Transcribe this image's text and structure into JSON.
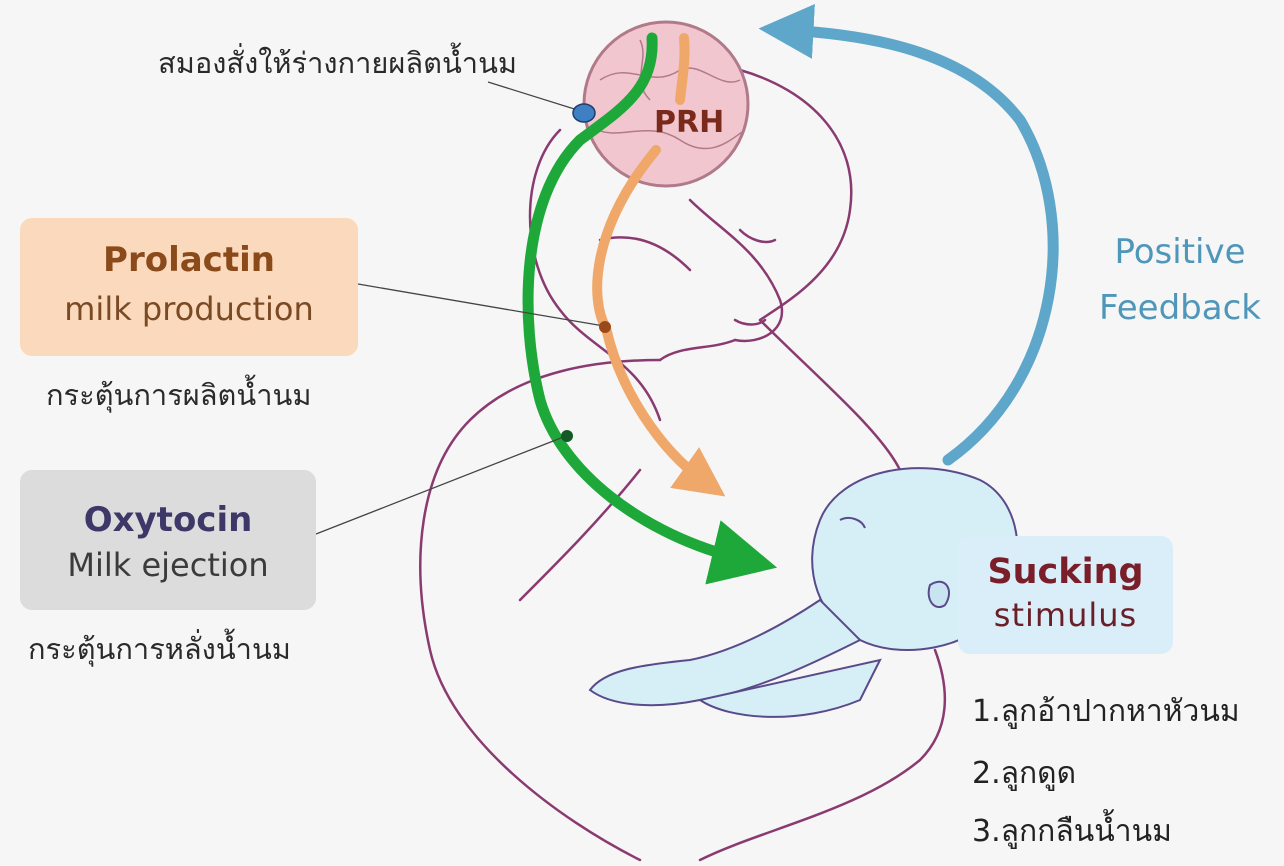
{
  "brain": {
    "caption": "สมองสั่งให้ร่างกายผลิตน้ำนม",
    "prh_label": "PRH"
  },
  "prolactin": {
    "title": "Prolactin",
    "subtitle": "milk production",
    "thai": "กระตุ้นการผลิตน้ำนม"
  },
  "oxytocin": {
    "title": "Oxytocin",
    "subtitle": "Milk ejection",
    "thai": "กระตุ้นการหลั่งน้ำนม"
  },
  "feedback": {
    "line1": "Positive",
    "line2": "Feedback"
  },
  "sucking": {
    "title": "Sucking",
    "subtitle": "stimulus"
  },
  "steps": [
    "1.ลูกอ้าปากหาหัวนม",
    "2.ลูกดูด",
    "3.ลูกกลืนน้ำนม"
  ],
  "colors": {
    "oxytocin_path": "#1fa83a",
    "prolactin_path": "#f0a86a",
    "feedback_arrow": "#5ea7cb",
    "mother_outline": "#8a3a70",
    "baby_fill": "#d6eef6",
    "brain_fill": "#f2c6cf"
  }
}
